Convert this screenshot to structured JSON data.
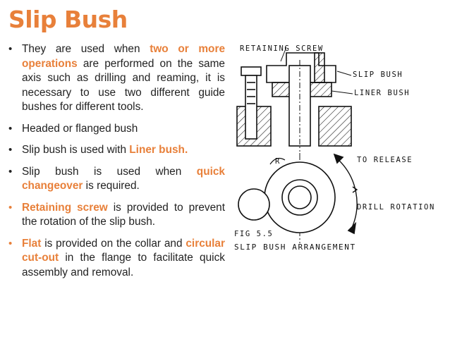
{
  "slide": {
    "title": "Slip Bush",
    "bullets": [
      {
        "dot": "•",
        "dot_color": "#222222",
        "parts": [
          {
            "text": "They are used when ",
            "hl": false
          },
          {
            "text": "two or more operations",
            "hl": true
          },
          {
            "text": " are performed on the same axis such as drilling and reaming, it is necessary to use two different guide bushes for different tools.",
            "hl": false
          }
        ]
      },
      {
        "dot": "•",
        "dot_color": "#222222",
        "parts": [
          {
            "text": "Headed or flanged bush",
            "hl": false
          }
        ]
      },
      {
        "dot": "•",
        "dot_color": "#222222",
        "parts": [
          {
            "text": "Slip bush is used with ",
            "hl": false
          },
          {
            "text": "Liner bush.",
            "hl": true
          }
        ]
      },
      {
        "dot": "•",
        "dot_color": "#222222",
        "parts": [
          {
            "text": "Slip bush is used when ",
            "hl": false
          },
          {
            "text": "quick changeover",
            "hl": true
          },
          {
            "text": " is required.",
            "hl": false
          }
        ]
      },
      {
        "dot": "•",
        "dot_color": "#e8803a",
        "parts": [
          {
            "text": "Retaining screw",
            "hl": true
          },
          {
            "text": " is provided to prevent the rotation of the slip bush.",
            "hl": false
          }
        ]
      },
      {
        "dot": "•",
        "dot_color": "#e8803a",
        "parts": [
          {
            "text": "Flat",
            "hl": true
          },
          {
            "text": " is provided on the collar and ",
            "hl": false
          },
          {
            "text": "circular cut-out",
            "hl": true
          },
          {
            "text": " in the flange to facilitate quick assembly and removal.",
            "hl": false
          }
        ]
      }
    ]
  },
  "figure": {
    "labels": {
      "retaining_screw": "RETAINING SCREW",
      "slip_bush": "SLIP BUSH",
      "liner_bush": "LINER BUSH",
      "to_release": "TO RELEASE",
      "drill_rotation": "DRILL ROTATION",
      "fig_number": "FIG 5.5",
      "caption": "SLIP BUSH ARRANGEMENT",
      "radius": "R"
    }
  },
  "colors": {
    "accent": "#e8803a",
    "text": "#222222",
    "line": "#111111"
  }
}
